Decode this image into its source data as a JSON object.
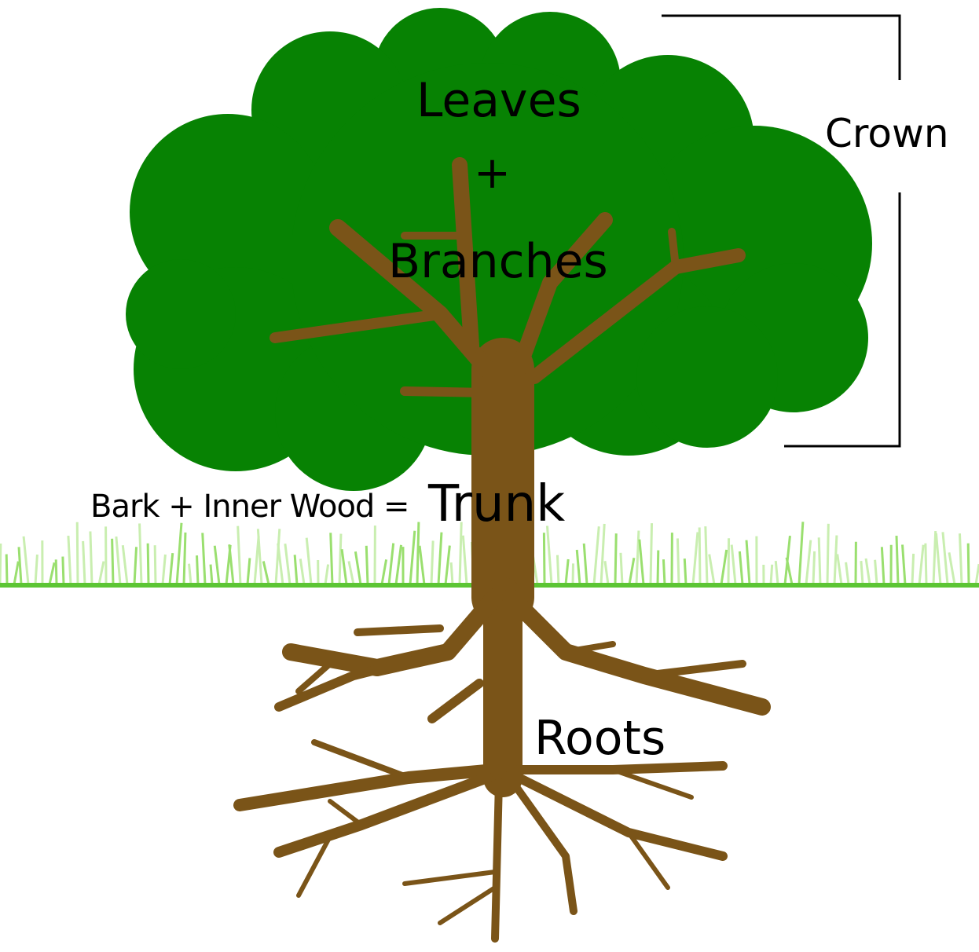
{
  "labels": {
    "leaves": "Leaves",
    "plus": "+",
    "branches": "Branches",
    "crown": "Crown",
    "bark_inner_wood": "Bark + Inner Wood =",
    "trunk": "Trunk",
    "roots": "Roots"
  },
  "colors": {
    "canopy": "#078203",
    "wood": "#7a5418",
    "grass": "#5cc534",
    "bracket": "#000000"
  }
}
